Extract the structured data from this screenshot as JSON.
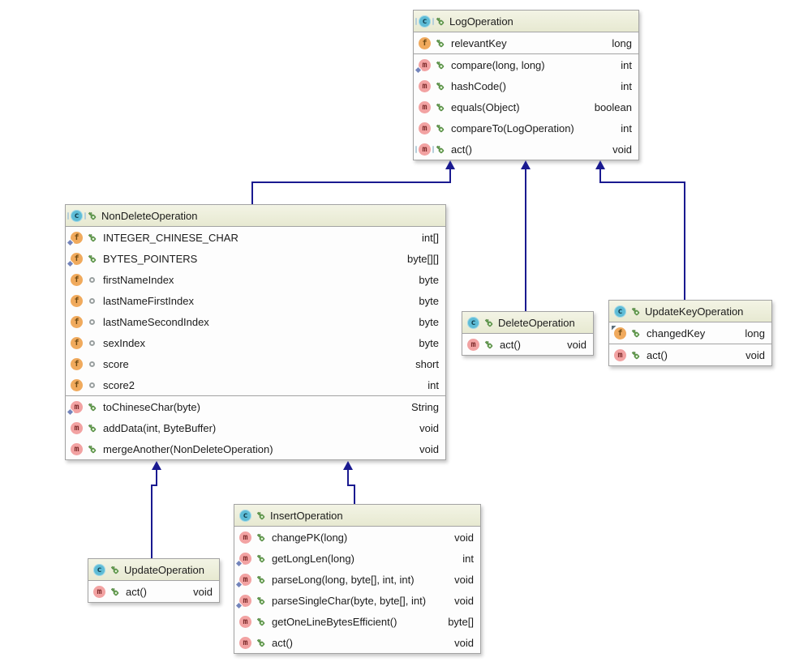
{
  "colors": {
    "canvas_bg": "#ffffff",
    "node_body_bg": "#fdfdfd",
    "node_header_bg": "#ecedd8",
    "node_border": "#a3a3a3",
    "edge": "#1a1a90",
    "class_icon": "#5ebcd6",
    "field_icon": "#f0aa5d",
    "method_icon": "#f2a2a2",
    "visibility_key_icon": "#74b05e",
    "static_marker": "#7384bb"
  },
  "icons": {
    "class": "c-circle-icon",
    "field": "f-circle-icon",
    "method": "m-circle-icon",
    "visibility_key": "green-key-icon",
    "visibility_circle": "gray-circle-icon",
    "static_marker": "blue-diamond-overlay",
    "volatile_marker": "dark-flag-overlay",
    "abstract_marker": "side-bracket-marks",
    "arrowhead": "solid-triangle-up"
  },
  "classes": [
    {
      "title": "LogOperation",
      "abstract": true,
      "fields": [
        {
          "name": "relevantKey",
          "type": "long"
        }
      ],
      "methods": [
        {
          "name": "compare(long, long)",
          "type": "int",
          "static": true
        },
        {
          "name": "hashCode()",
          "type": "int"
        },
        {
          "name": "equals(Object)",
          "type": "boolean"
        },
        {
          "name": "compareTo(LogOperation)",
          "type": "int"
        },
        {
          "name": "act()",
          "type": "void",
          "abstract": true
        }
      ]
    },
    {
      "title": "NonDeleteOperation",
      "abstract": true,
      "fields": [
        {
          "name": "INTEGER_CHINESE_CHAR",
          "type": "int[]",
          "static": true
        },
        {
          "name": "BYTES_POINTERS",
          "type": "byte[][]",
          "static": true
        },
        {
          "name": "firstNameIndex",
          "type": "byte"
        },
        {
          "name": "lastNameFirstIndex",
          "type": "byte"
        },
        {
          "name": "lastNameSecondIndex",
          "type": "byte"
        },
        {
          "name": "sexIndex",
          "type": "byte"
        },
        {
          "name": "score",
          "type": "short"
        },
        {
          "name": "score2",
          "type": "int"
        }
      ],
      "methods": [
        {
          "name": "toChineseChar(byte)",
          "type": "String",
          "static": true
        },
        {
          "name": "addData(int, ByteBuffer)",
          "type": "void"
        },
        {
          "name": "mergeAnother(NonDeleteOperation)",
          "type": "void"
        }
      ]
    },
    {
      "title": "DeleteOperation",
      "methods": [
        {
          "name": "act()",
          "type": "void"
        }
      ]
    },
    {
      "title": "UpdateKeyOperation",
      "fields": [
        {
          "name": "changedKey",
          "type": "long",
          "volatile": true
        }
      ],
      "methods": [
        {
          "name": "act()",
          "type": "void"
        }
      ]
    },
    {
      "title": "UpdateOperation",
      "methods": [
        {
          "name": "act()",
          "type": "void"
        }
      ]
    },
    {
      "title": "InsertOperation",
      "methods": [
        {
          "name": "changePK(long)",
          "type": "void"
        },
        {
          "name": "getLongLen(long)",
          "type": "int",
          "static": true
        },
        {
          "name": "parseLong(long, byte[], int, int)",
          "type": "void",
          "static": true
        },
        {
          "name": "parseSingleChar(byte, byte[], int)",
          "type": "void",
          "static": true
        },
        {
          "name": "getOneLineBytesEfficient()",
          "type": "byte[]"
        },
        {
          "name": "act()",
          "type": "void"
        }
      ]
    }
  ],
  "edges": [
    {
      "from": "NonDeleteOperation",
      "to": "LogOperation",
      "type": "inheritance"
    },
    {
      "from": "DeleteOperation",
      "to": "LogOperation",
      "type": "inheritance"
    },
    {
      "from": "UpdateKeyOperation",
      "to": "LogOperation",
      "type": "inheritance"
    },
    {
      "from": "UpdateOperation",
      "to": "NonDeleteOperation",
      "type": "inheritance"
    },
    {
      "from": "InsertOperation",
      "to": "NonDeleteOperation",
      "type": "inheritance"
    }
  ]
}
